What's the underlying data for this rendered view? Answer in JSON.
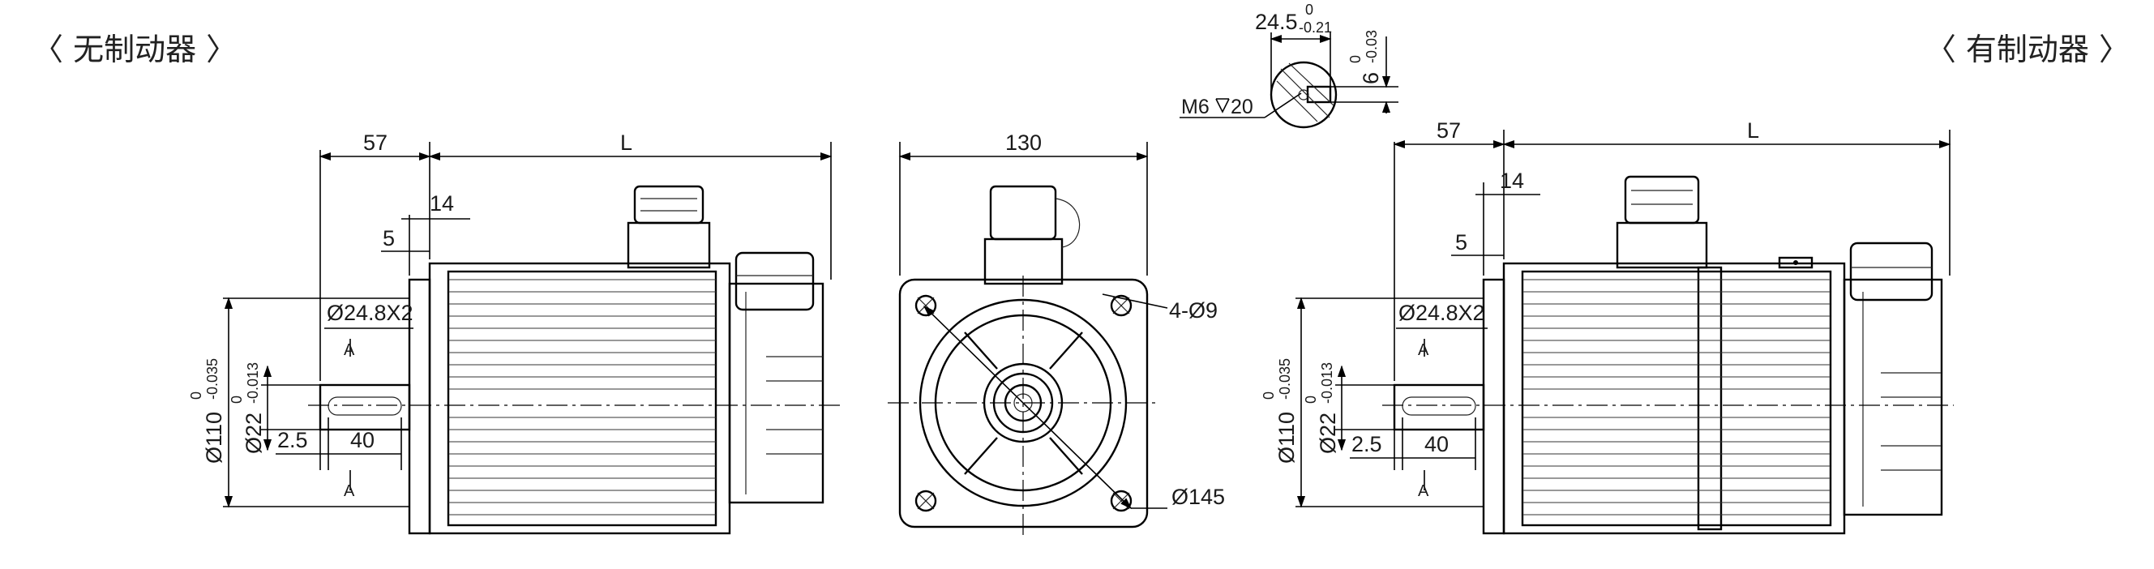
{
  "labels": {
    "no_brake": "〈 无制动器 〉",
    "with_brake": "〈 有制动器 〉"
  },
  "dims": {
    "length_57": "57",
    "length_L": "L",
    "d14": "14",
    "d5": "5",
    "shaft_step": "Ø24.8X2",
    "flange_dia": "Ø110",
    "flange_tol_upper": "0",
    "flange_tol_lower": "-0.035",
    "shaft_dia": "Ø22",
    "shaft_tol_upper": "0",
    "shaft_tol_lower": "-0.013",
    "d2_5": "2.5",
    "d40": "40",
    "section_mark": "A",
    "front_width": "130",
    "bolt_holes": "4-Ø9",
    "pcd": "Ø145",
    "key_depth": "24.5",
    "key_depth_tol_upper": "0",
    "key_depth_tol_lower": "-0.21",
    "key_width": "6",
    "key_width_tol_upper": "0",
    "key_width_tol_lower": "-0.03",
    "thread": "M6",
    "thread_depth": "20"
  }
}
